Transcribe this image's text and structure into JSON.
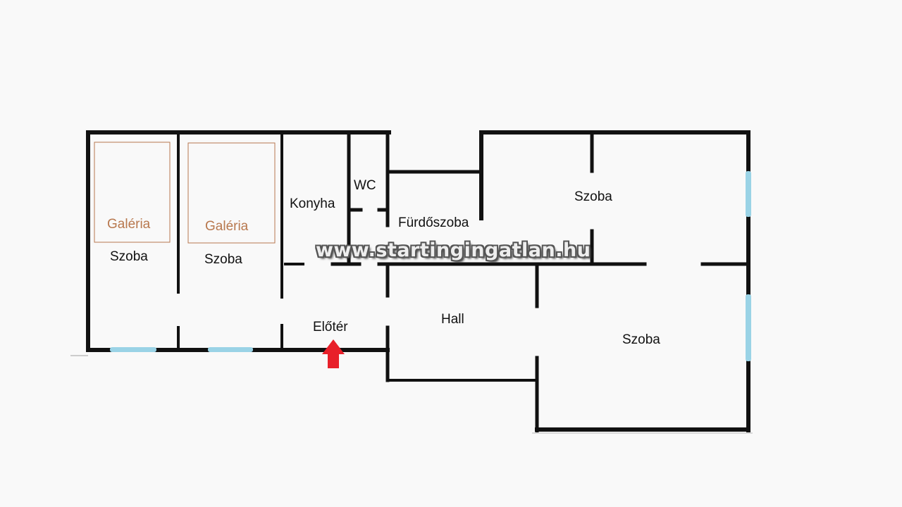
{
  "colors": {
    "wall": "#111111",
    "window": "#9ad3e6",
    "gallery_outline": "#b8784e",
    "entrance_arrow": "#e8202a",
    "background": "#f9f9f9"
  },
  "rooms": {
    "szoba_1": "Szoba",
    "szoba_2": "Szoba",
    "konyha": "Konyha",
    "wc": "WC",
    "furdoszoba": "Fürdőszoba",
    "eloter": "Előtér",
    "hall": "Hall",
    "szoba_top_right": "Szoba",
    "szoba_bottom_right": "Szoba"
  },
  "galleries": {
    "left": "Galéria",
    "right": "Galéria"
  },
  "watermark": "www.startingingatlan.hu",
  "icons": {
    "entrance": "up-arrow-icon"
  }
}
